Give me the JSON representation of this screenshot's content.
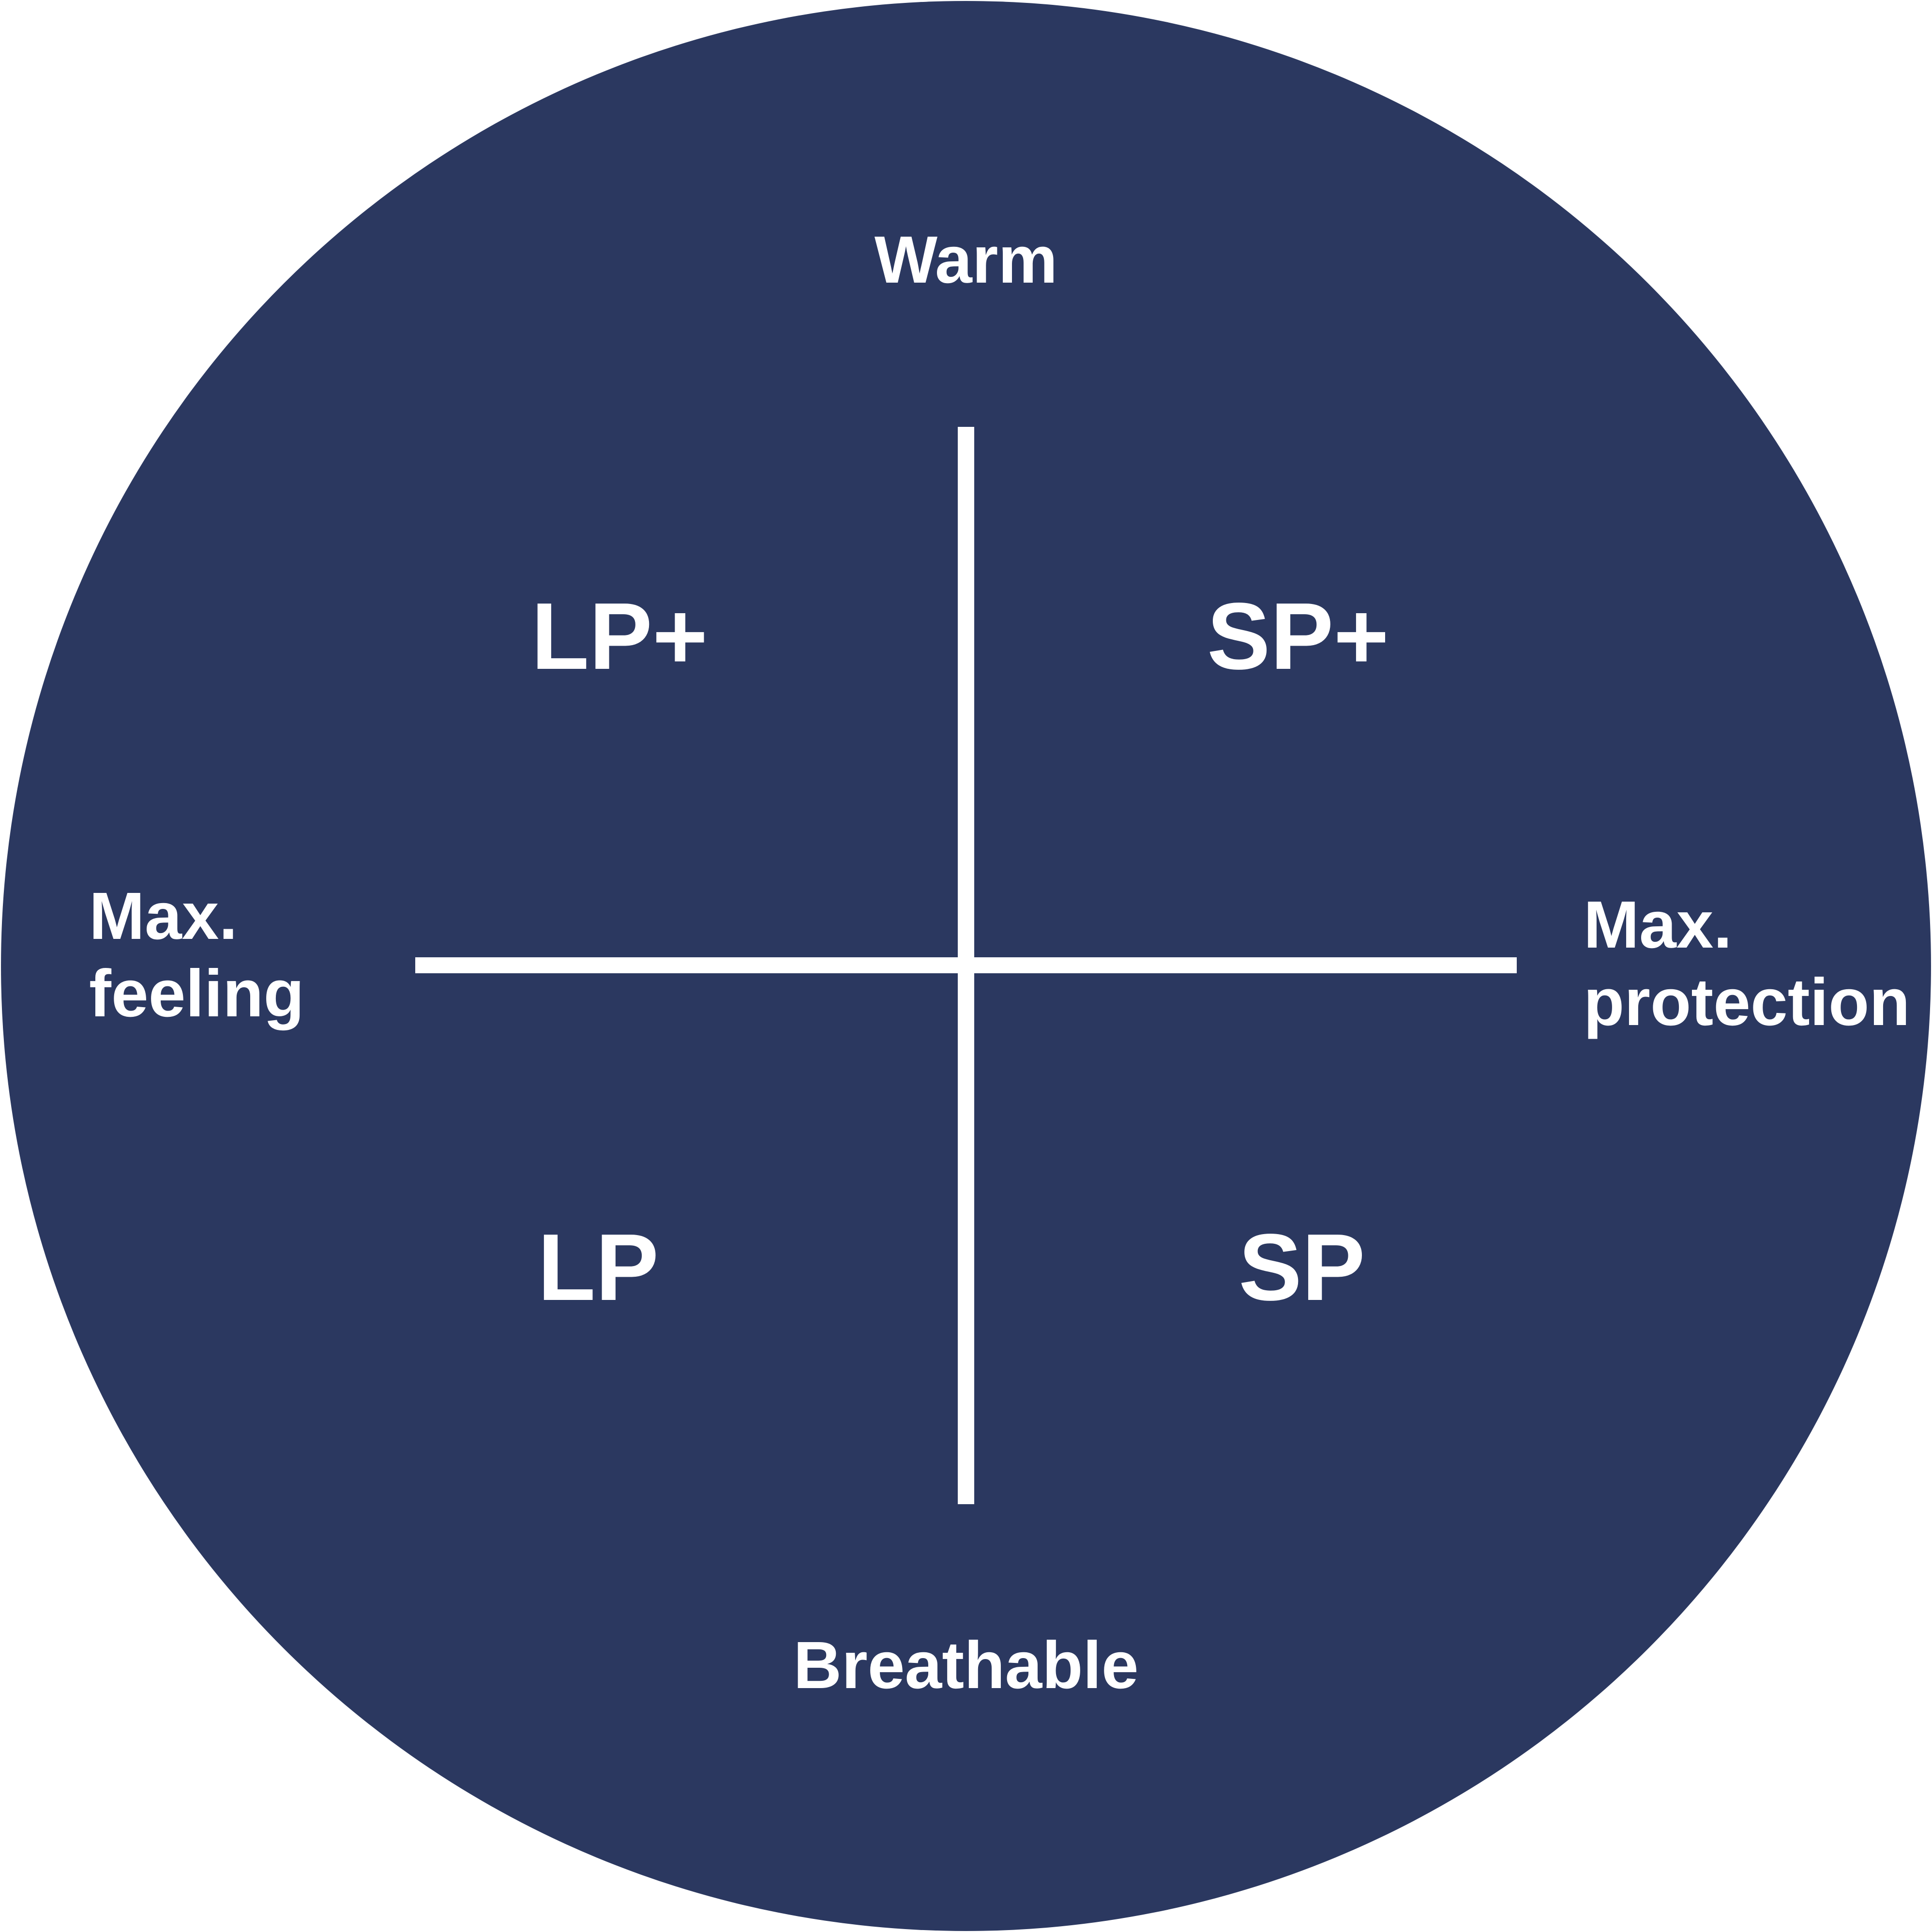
{
  "colors": {
    "background": "#ffffff",
    "circle_fill": "#2b3860",
    "line_and_text": "#ffffff"
  },
  "axes": {
    "top": "Warm",
    "bottom": "Breathable",
    "left": [
      "Max.",
      "feeling"
    ],
    "right": [
      "Max.",
      "protection"
    ]
  },
  "quadrants": {
    "top_left": "LP+",
    "top_right": "SP+",
    "bottom_left": "LP",
    "bottom_right": "SP"
  }
}
